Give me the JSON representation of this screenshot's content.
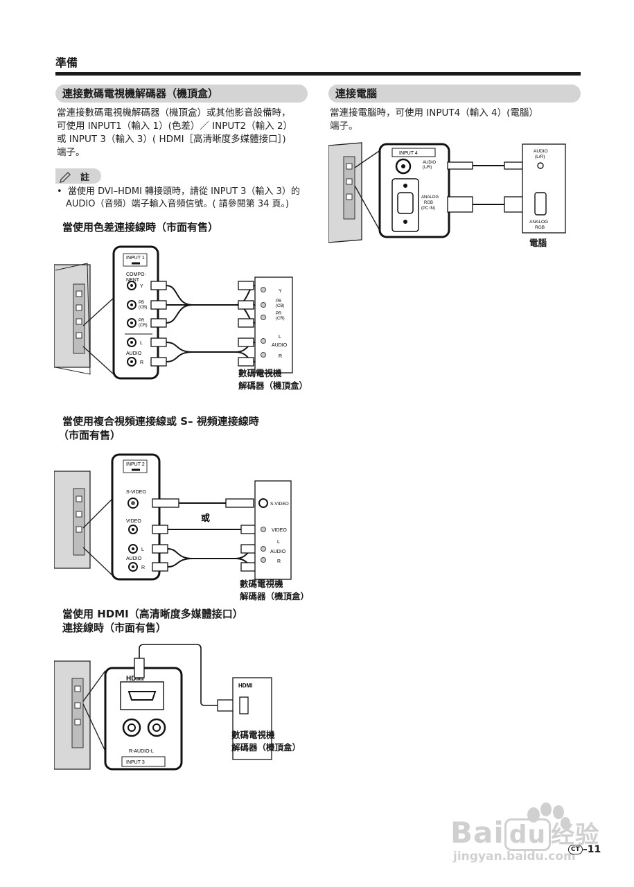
{
  "header": {
    "section": "準備"
  },
  "left": {
    "pill_title": "連接數碼電視機解碼器（機頂盒）",
    "intro_lines": [
      "當連接數碼電視機解碼器（機頂盒）或其他影音設備時，",
      "可使用 INPUT1（輸入 1）(色差）／ INPUT2（輸入 2）",
      "或 INPUT 3（輸入 3）( HDMI［高清晰度多媒體接口］)",
      "端子。"
    ],
    "note_label": "註",
    "note_lines": [
      "當使用 DVI–HDMI 轉接頭時，請從 INPUT 3（輸入 3）的",
      "AUDIO（音頻）端子輸入音頻信號。( 請參閱第 34 頁。)"
    ],
    "component": {
      "title": "當使用色差連接線時（市面有售）",
      "panel_input": "INPUT 1",
      "panel_component": [
        "COMPO-",
        "NENT"
      ],
      "y": "Y",
      "pb": "PB",
      "pb_sub": "(CB)",
      "pr": "PR",
      "pr_sub": "(CR)",
      "l": "L",
      "audio": "AUDIO",
      "r": "R",
      "dev_y": "Y",
      "dev_pb": "PB",
      "dev_pb_sub": "(CB)",
      "dev_pr": "PR",
      "dev_pr_sub": "(CR)",
      "dev_l": "L",
      "dev_audio": "AUDIO",
      "dev_r": "R",
      "caption_1": "數碼電視機",
      "caption_2": "解碼器（機頂盒）"
    },
    "composite": {
      "title_1": "當使用複合視頻連接線或 S– 視頻連接線時",
      "title_2": "（市面有售）",
      "panel_input": "INPUT 2",
      "svideo": "S-VIDEO",
      "video": "VIDEO",
      "l": "L",
      "audio": "AUDIO",
      "r": "R",
      "or": "或",
      "dev_svideo": "S-VIDEO",
      "dev_video": "VIDEO",
      "dev_l": "L",
      "dev_audio": "AUDIO",
      "dev_r": "R",
      "caption_1": "數碼電視機",
      "caption_2": "解碼器（機頂盒）"
    },
    "hdmi": {
      "title_1": "當使用 HDMI（高清晰度多媒體接口）",
      "title_2": "連接線時（市面有售）",
      "panel_logo": "HDMI",
      "panel_audio": "R-AUDIO-L",
      "panel_input": "INPUT 3",
      "dev_logo": "HDMI",
      "caption_1": "數碼電視機",
      "caption_2": "解碼器（機頂盒）"
    }
  },
  "right": {
    "pill_title": "連接電腦",
    "intro_lines": [
      "當連接電腦時，可使用 INPUT4（輸入 4）(電腦）",
      "端子。"
    ],
    "panel_input": "INPUT 4",
    "panel_audio_1": "AUDIO",
    "panel_audio_2": "(L/R)",
    "panel_analog_1": "ANALOG",
    "panel_analog_2": "RGB",
    "panel_analog_3": "(PC IN)",
    "pc_audio_1": "AUDIO",
    "pc_audio_2": "(L/R)",
    "pc_analog_1": "ANALOG",
    "pc_analog_2": "RGB",
    "pc_caption": "電腦"
  },
  "footer": {
    "watermark_1": "Bai",
    "watermark_2": "du",
    "watermark_3": "经验",
    "watermark_url": "jingyan.baidu.com",
    "lang_badge": "CT",
    "page_number": "11"
  },
  "colors": {
    "rule": "#1a1a1a",
    "pill_bg": "#d4d4d4",
    "watermark": "#d0d0d0"
  }
}
